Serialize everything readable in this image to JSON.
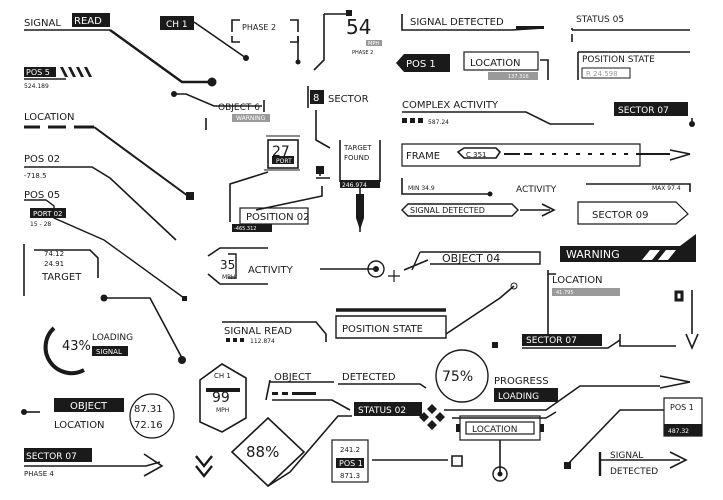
{
  "colors": {
    "ink": "#1a1a1a",
    "paper": "#ffffff",
    "muted": "#9a9a9a"
  },
  "left": {
    "signal_read": "SIGNAL",
    "signal_read_box": "READ",
    "pos5": "POS 5",
    "pos5_value": "524.189",
    "location": "LOCATION",
    "pos02": "POS 02",
    "pos02_value": "-718.5",
    "pos05": "POS 05",
    "port02": "PORT 02",
    "port02_value": "15 - 28",
    "target_v1": "74.12",
    "target_v2": "24.91",
    "target": "TARGET",
    "loading_pct": "43%",
    "loading": "LOADING",
    "signal": "SIGNAL",
    "object": "OBJECT",
    "location_b": "LOCATION",
    "coord1": "87.31",
    "coord2": "72.16",
    "sector07": "SECTOR 07",
    "phase4": "PHASE 4"
  },
  "center": {
    "ch1": "CH 1",
    "phase2": "PHASE 2",
    "object6": "OBJECT 6",
    "warning_small": "WARNING",
    "sector_num": "8",
    "sector": "SECTOR",
    "port_value": "27",
    "port": "PORT",
    "target_found_1": "TARGET",
    "target_found_2": "FOUND",
    "target_found_value": "246.974",
    "position02": "POSITION 02",
    "position02_value": "-465.312",
    "speed_value": "35",
    "speed_unit": "MPH",
    "activity": "ACTIVITY",
    "signal_read": "SIGNAL READ",
    "signal_read_value": "112.874",
    "position_state": "POSITION STATE",
    "ch1_b": "CH 1",
    "speed_b": "99",
    "speed_b_unit": "MPH",
    "object": "OBJECT",
    "detected": "DETECTED",
    "pct88": "88%",
    "status02": "STATUS 02",
    "val241": "241.2",
    "pos1": "POS 1",
    "val871": "871.3"
  },
  "right": {
    "num54": "54",
    "mph": "MPH",
    "phase2": "PHASE 2",
    "signal_detected": "SIGNAL DETECTED",
    "status05": "STATUS 05",
    "pos1": "POS 1",
    "location": "LOCATION",
    "location_value": "137.316",
    "position_state": "POSITION STATE",
    "position_state_value": "R 24.598",
    "complex_activity": "COMPLEX ACTIVITY",
    "complex_value": "587.24",
    "sector07": "SECTOR 07",
    "frame": "FRAME",
    "frame_code": "C 351",
    "min": "MIN 34.9",
    "activity": "ACTIVITY",
    "max": "MAX 97.4",
    "signal_detected_b": "SIGNAL DETECTED",
    "sector09": "SECTOR 09",
    "object04": "OBJECT 04",
    "warning": "WARNING",
    "location_b": "LOCATION",
    "location_b_value": "41.795",
    "sector07_b": "SECTOR 07",
    "pct75": "75%",
    "progress": "PROGRESS",
    "loading": "LOADING",
    "location_c": "LOCATION",
    "pos1_b": "POS 1",
    "pos1_b_value": "487.32",
    "signal": "SIGNAL",
    "detected": "DETECTED"
  }
}
